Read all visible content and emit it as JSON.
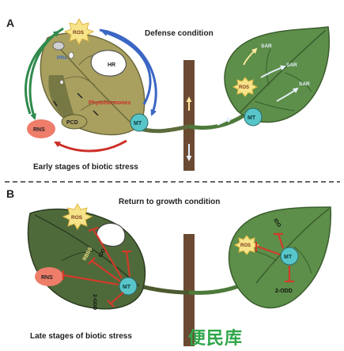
{
  "panels": {
    "a": {
      "letter": "A",
      "condition": "Defense condition",
      "stage": "Early stages of biotic stress",
      "labels": {
        "ros": "ROS",
        "prs": "PRs",
        "hr": "HR",
        "phytohormones": "Phytohormones",
        "rns": "RNS",
        "pcd": "PCD",
        "mt_left": "MT",
        "mt_right": "MT",
        "ros_right": "ROS",
        "sar1": "SAR",
        "sar2": "SAR",
        "sar3": "SAR"
      }
    },
    "b": {
      "letter": "B",
      "condition": "Return to growth condition",
      "stage": "Late stages of biotic stress",
      "labels": {
        "ros_left": "ROS",
        "rns": "RNS",
        "ido_left": "IDO",
        "rbss": "RBSS",
        "odd_left": "2-ODD",
        "mt_left": "MT",
        "ros_right": "ROS",
        "ido_right": "IDO",
        "mt_right": "MT",
        "odd_right": "2-ODD"
      }
    }
  },
  "watermark": "便民库",
  "colors": {
    "leaf_dark": "#4f6a3a",
    "leaf_green": "#5d8f4a",
    "leaf_infected": "#a9a060",
    "stem": "#6b4a32",
    "mt": "#58c6c9",
    "ros": "#f6e48a",
    "rns": "#ee7d6a",
    "arrow_blue": "#3a66c4",
    "arrow_green": "#2f8a4c",
    "arrow_red": "#cc2e26",
    "inhibit_red": "#d23a2a"
  }
}
